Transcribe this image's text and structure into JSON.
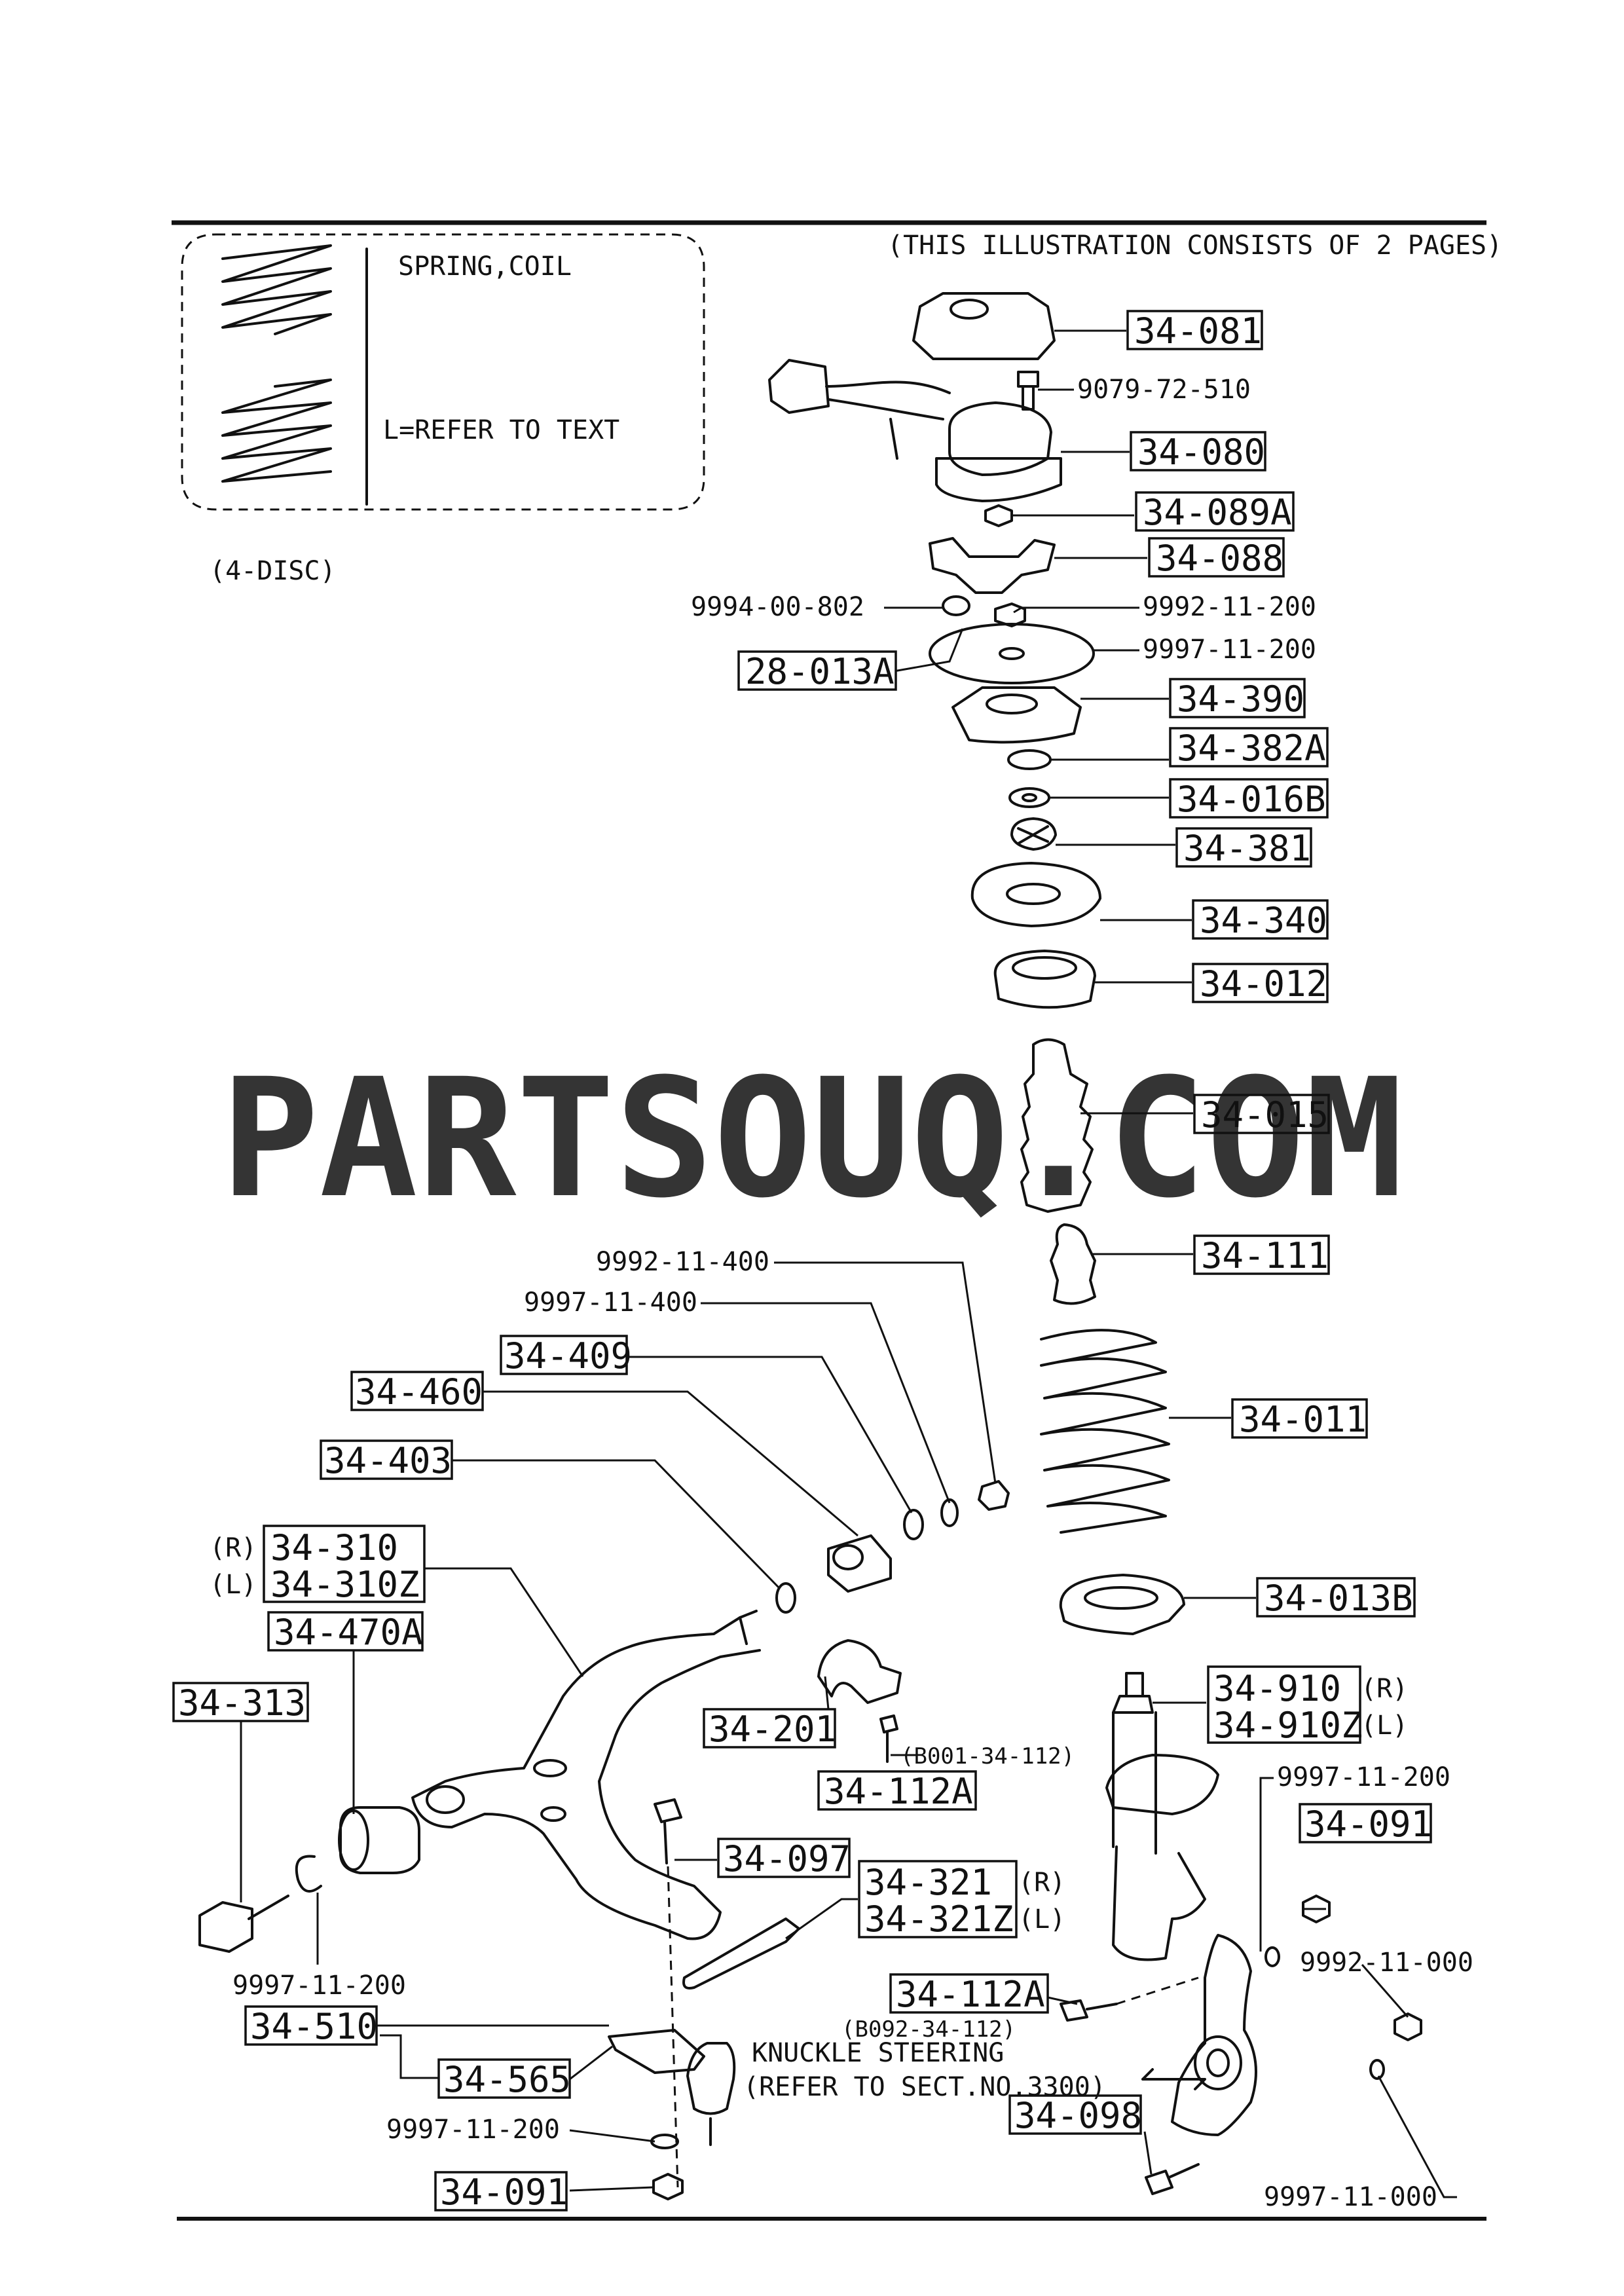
{
  "header": {
    "note": "(THIS ILLUSTRATION CONSISTS OF  2 PAGES)"
  },
  "inset": {
    "title": "SPRING,COIL",
    "note": "L=REFER TO TEXT"
  },
  "variant": "(4-DISC)",
  "watermark": "PARTSOUQ.COM",
  "parts": {
    "p34_081": "34-081",
    "p34_080": "34-080",
    "p34_089a": "34-089A",
    "p34_088": "34-088",
    "p28_013a": "28-013A",
    "p34_390": "34-390",
    "p34_382a": "34-382A",
    "p34_016b": "34-016B",
    "p34_381": "34-381",
    "p34_340": "34-340",
    "p34_012": "34-012",
    "p34_015": "34-015",
    "p34_111": "34-111",
    "p34_011": "34-011",
    "p34_013b": "34-013B",
    "p34_409": "34-409",
    "p34_460": "34-460",
    "p34_403": "34-403",
    "p34_310": "34-310",
    "p34_310z": "34-310Z",
    "p34_470a": "34-470A",
    "p34_313": "34-313",
    "p34_201": "34-201",
    "p34_112a_top": "34-112A",
    "p34_097": "34-097",
    "p34_321": "34-321",
    "p34_321z": "34-321Z",
    "p34_910": "34-910",
    "p34_910z": "34-910Z",
    "p34_091_right": "34-091",
    "p34_112a_low": "34-112A",
    "p34_510": "34-510",
    "p34_565": "34-565",
    "p34_098": "34-098",
    "p34_091_bottom": "34-091"
  },
  "sides": {
    "r_310": "(R)",
    "l_310": "(L)",
    "r_321": "(R)",
    "l_321": "(L)",
    "r_910": "(R)",
    "l_910": "(L)"
  },
  "refs": {
    "r9079_72_510": "9079-72-510",
    "r9994_00_802": "9994-00-802",
    "r9992_11_200": "9992-11-200",
    "r9997_11_200_top": "9997-11-200",
    "r9992_11_400": "9992-11-400",
    "r9997_11_400": "9997-11-400",
    "rB001": "(B001-34-112)",
    "r9997_11_200_right": "9997-11-200",
    "r9992_11_000": "9992-11-000",
    "rB092": "(B092-34-112)",
    "r9997_11_200_left": "9997-11-200",
    "r9997_11_200_bottom": "9997-11-200",
    "r9997_11_000": "9997-11-000"
  },
  "knuckle": {
    "line1": "KNUCKLE STEERING",
    "line2": "(REFER TO SECT.NO.3300)"
  }
}
